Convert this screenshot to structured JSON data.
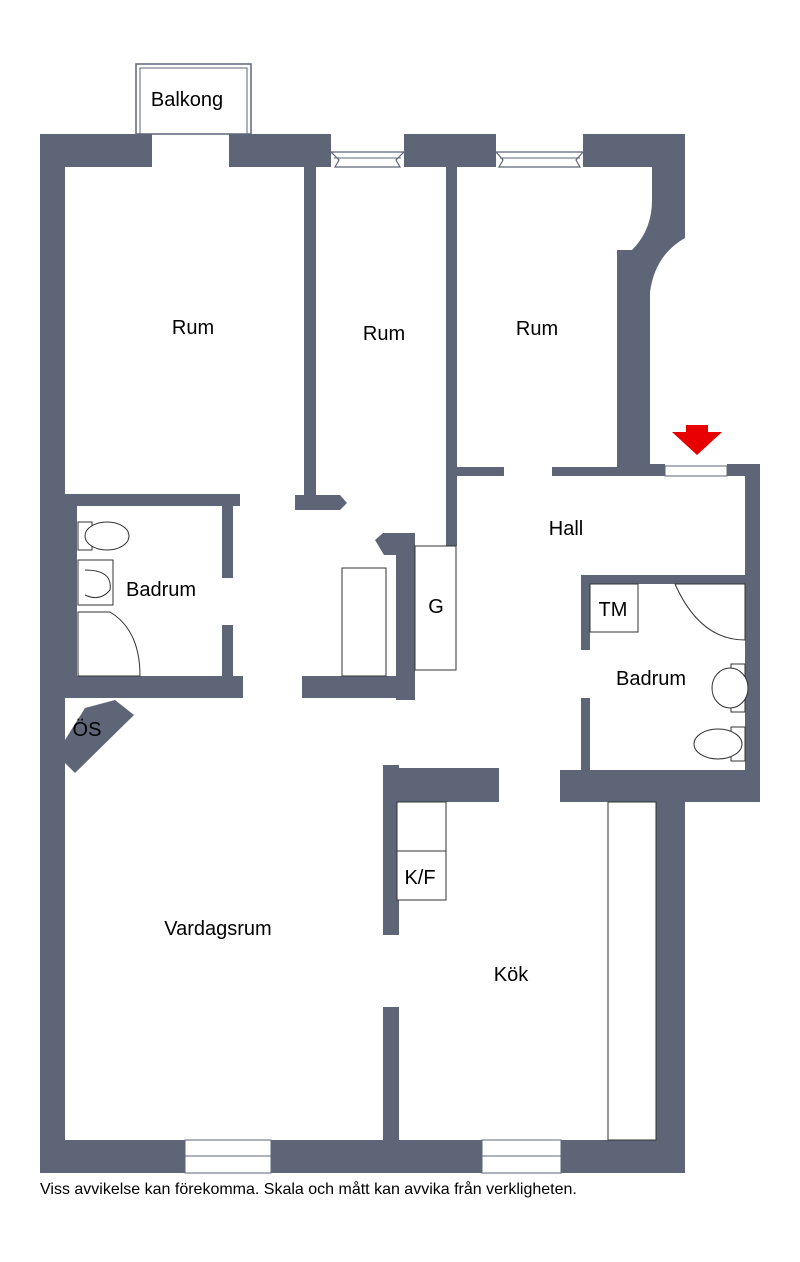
{
  "rooms": {
    "balkong": "Balkong",
    "rum_1": "Rum",
    "rum_2": "Rum",
    "rum_3": "Rum",
    "hall": "Hall",
    "badrum_left": "Badrum",
    "badrum_right": "Badrum",
    "garderob": "G",
    "tvattmaskin": "TM",
    "oppen_spis": "ÖS",
    "kyl_frys": "K/F",
    "vardagsrum": "Vardagsrum",
    "kok": "Kök"
  },
  "footer": {
    "disclaimer": "Viss avvikelse kan förekomma. Skala och mått kan avvika från verkligheten."
  },
  "colors": {
    "wall": "#5d6577",
    "entrance_arrow": "#e60000",
    "background": "#ffffff"
  },
  "icons": {
    "entrance": "entrance-arrow-icon"
  }
}
